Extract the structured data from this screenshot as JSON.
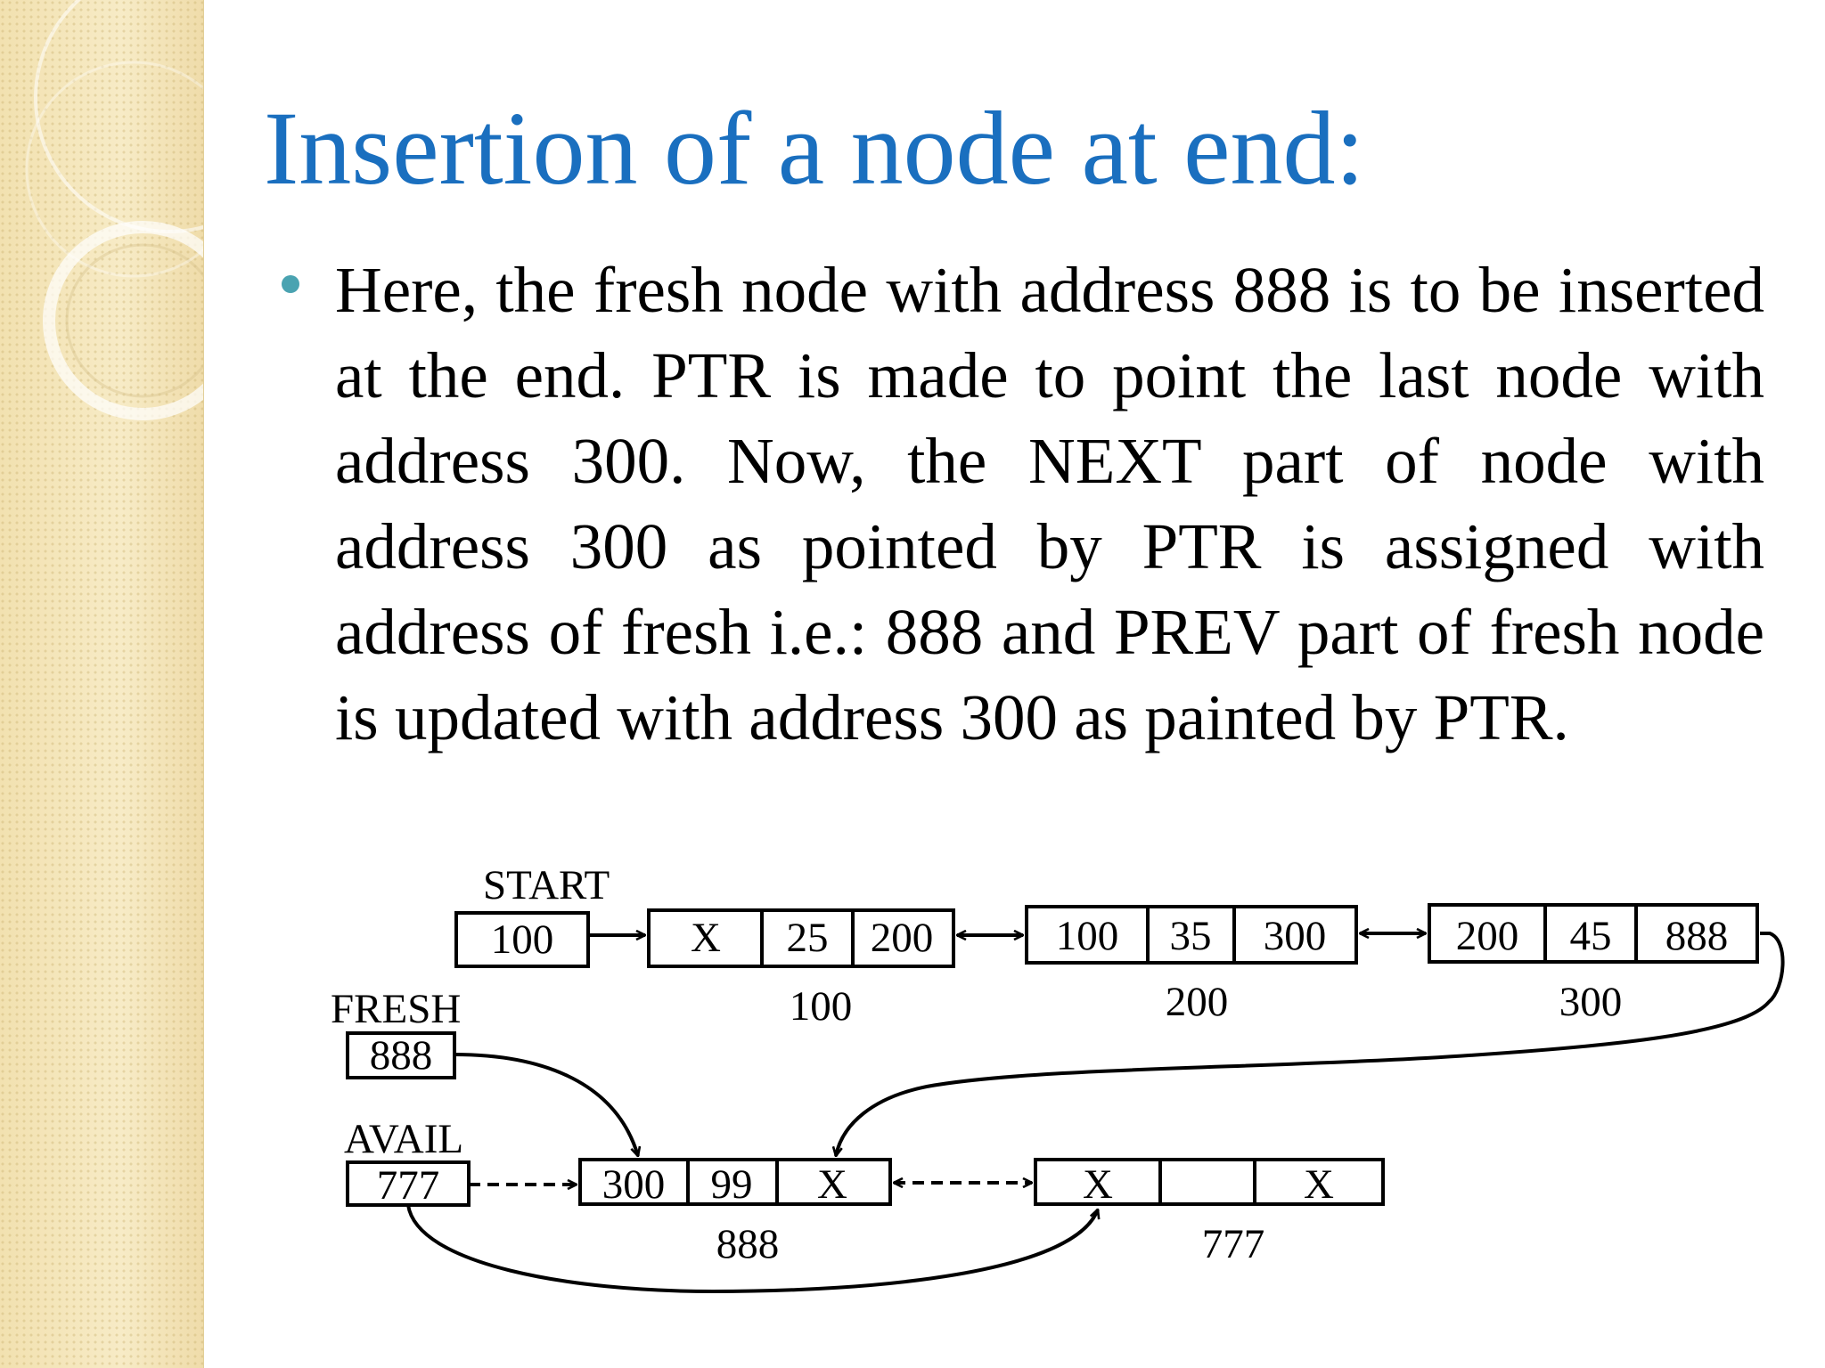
{
  "slide": {
    "title": "Insertion of a node at end:",
    "body": "Here, the fresh node with address 888 is to be inserted at the end. PTR is made to point the last node with address 300. Now, the NEXT part of node with address 300 as pointed by PTR is assigned with address of fresh i.e.: 888 and PREV part of fresh node is updated with address 300 as painted by PTR."
  },
  "colors": {
    "title": "#1a6fbf",
    "bullet": "#4aa3b1",
    "sidebar": "#f3e4b6"
  },
  "diagram": {
    "start": {
      "label": "START",
      "value": "100"
    },
    "fresh": {
      "label": "FRESH",
      "value": "888"
    },
    "avail": {
      "label": "AVAIL",
      "value": "777"
    },
    "nodes": [
      {
        "prev": "X",
        "info": "25",
        "next": "200",
        "address": "100"
      },
      {
        "prev": "100",
        "info": "35",
        "next": "300",
        "address": "200"
      },
      {
        "prev": "200",
        "info": "45",
        "next": "888",
        "address": "300"
      },
      {
        "prev": "300",
        "info": "99",
        "next": "X",
        "address": "888"
      },
      {
        "prev": "X",
        "info": "",
        "next": "X",
        "address": "777"
      }
    ]
  }
}
